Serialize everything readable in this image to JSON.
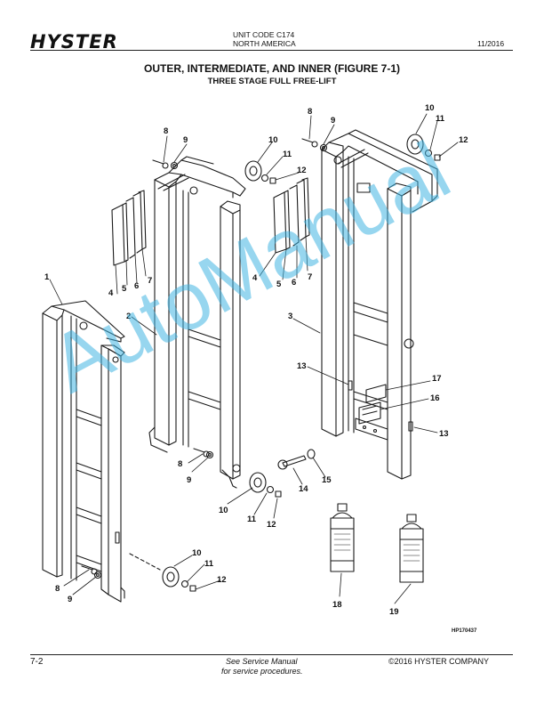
{
  "header": {
    "brand": "HYSTER",
    "unit_code": "UNIT CODE C174",
    "region": "NORTH AMERICA",
    "date": "11/2016"
  },
  "title": {
    "main": "OUTER, INTERMEDIATE, AND INNER (FIGURE 7-1)",
    "sub": "THREE STAGE FULL FREE-LIFT"
  },
  "figure": {
    "callouts": [
      "1",
      "2",
      "3",
      "4",
      "5",
      "6",
      "7",
      "8",
      "9",
      "10",
      "11",
      "12",
      "13",
      "14",
      "15",
      "16",
      "17",
      "18",
      "19"
    ],
    "reference": "HP170437"
  },
  "watermark": "AutoManual",
  "footer": {
    "page": "7-2",
    "note_line1": "See Service Manual",
    "note_line2": "for service procedures.",
    "copyright": "©2016 HYSTER COMPANY"
  }
}
